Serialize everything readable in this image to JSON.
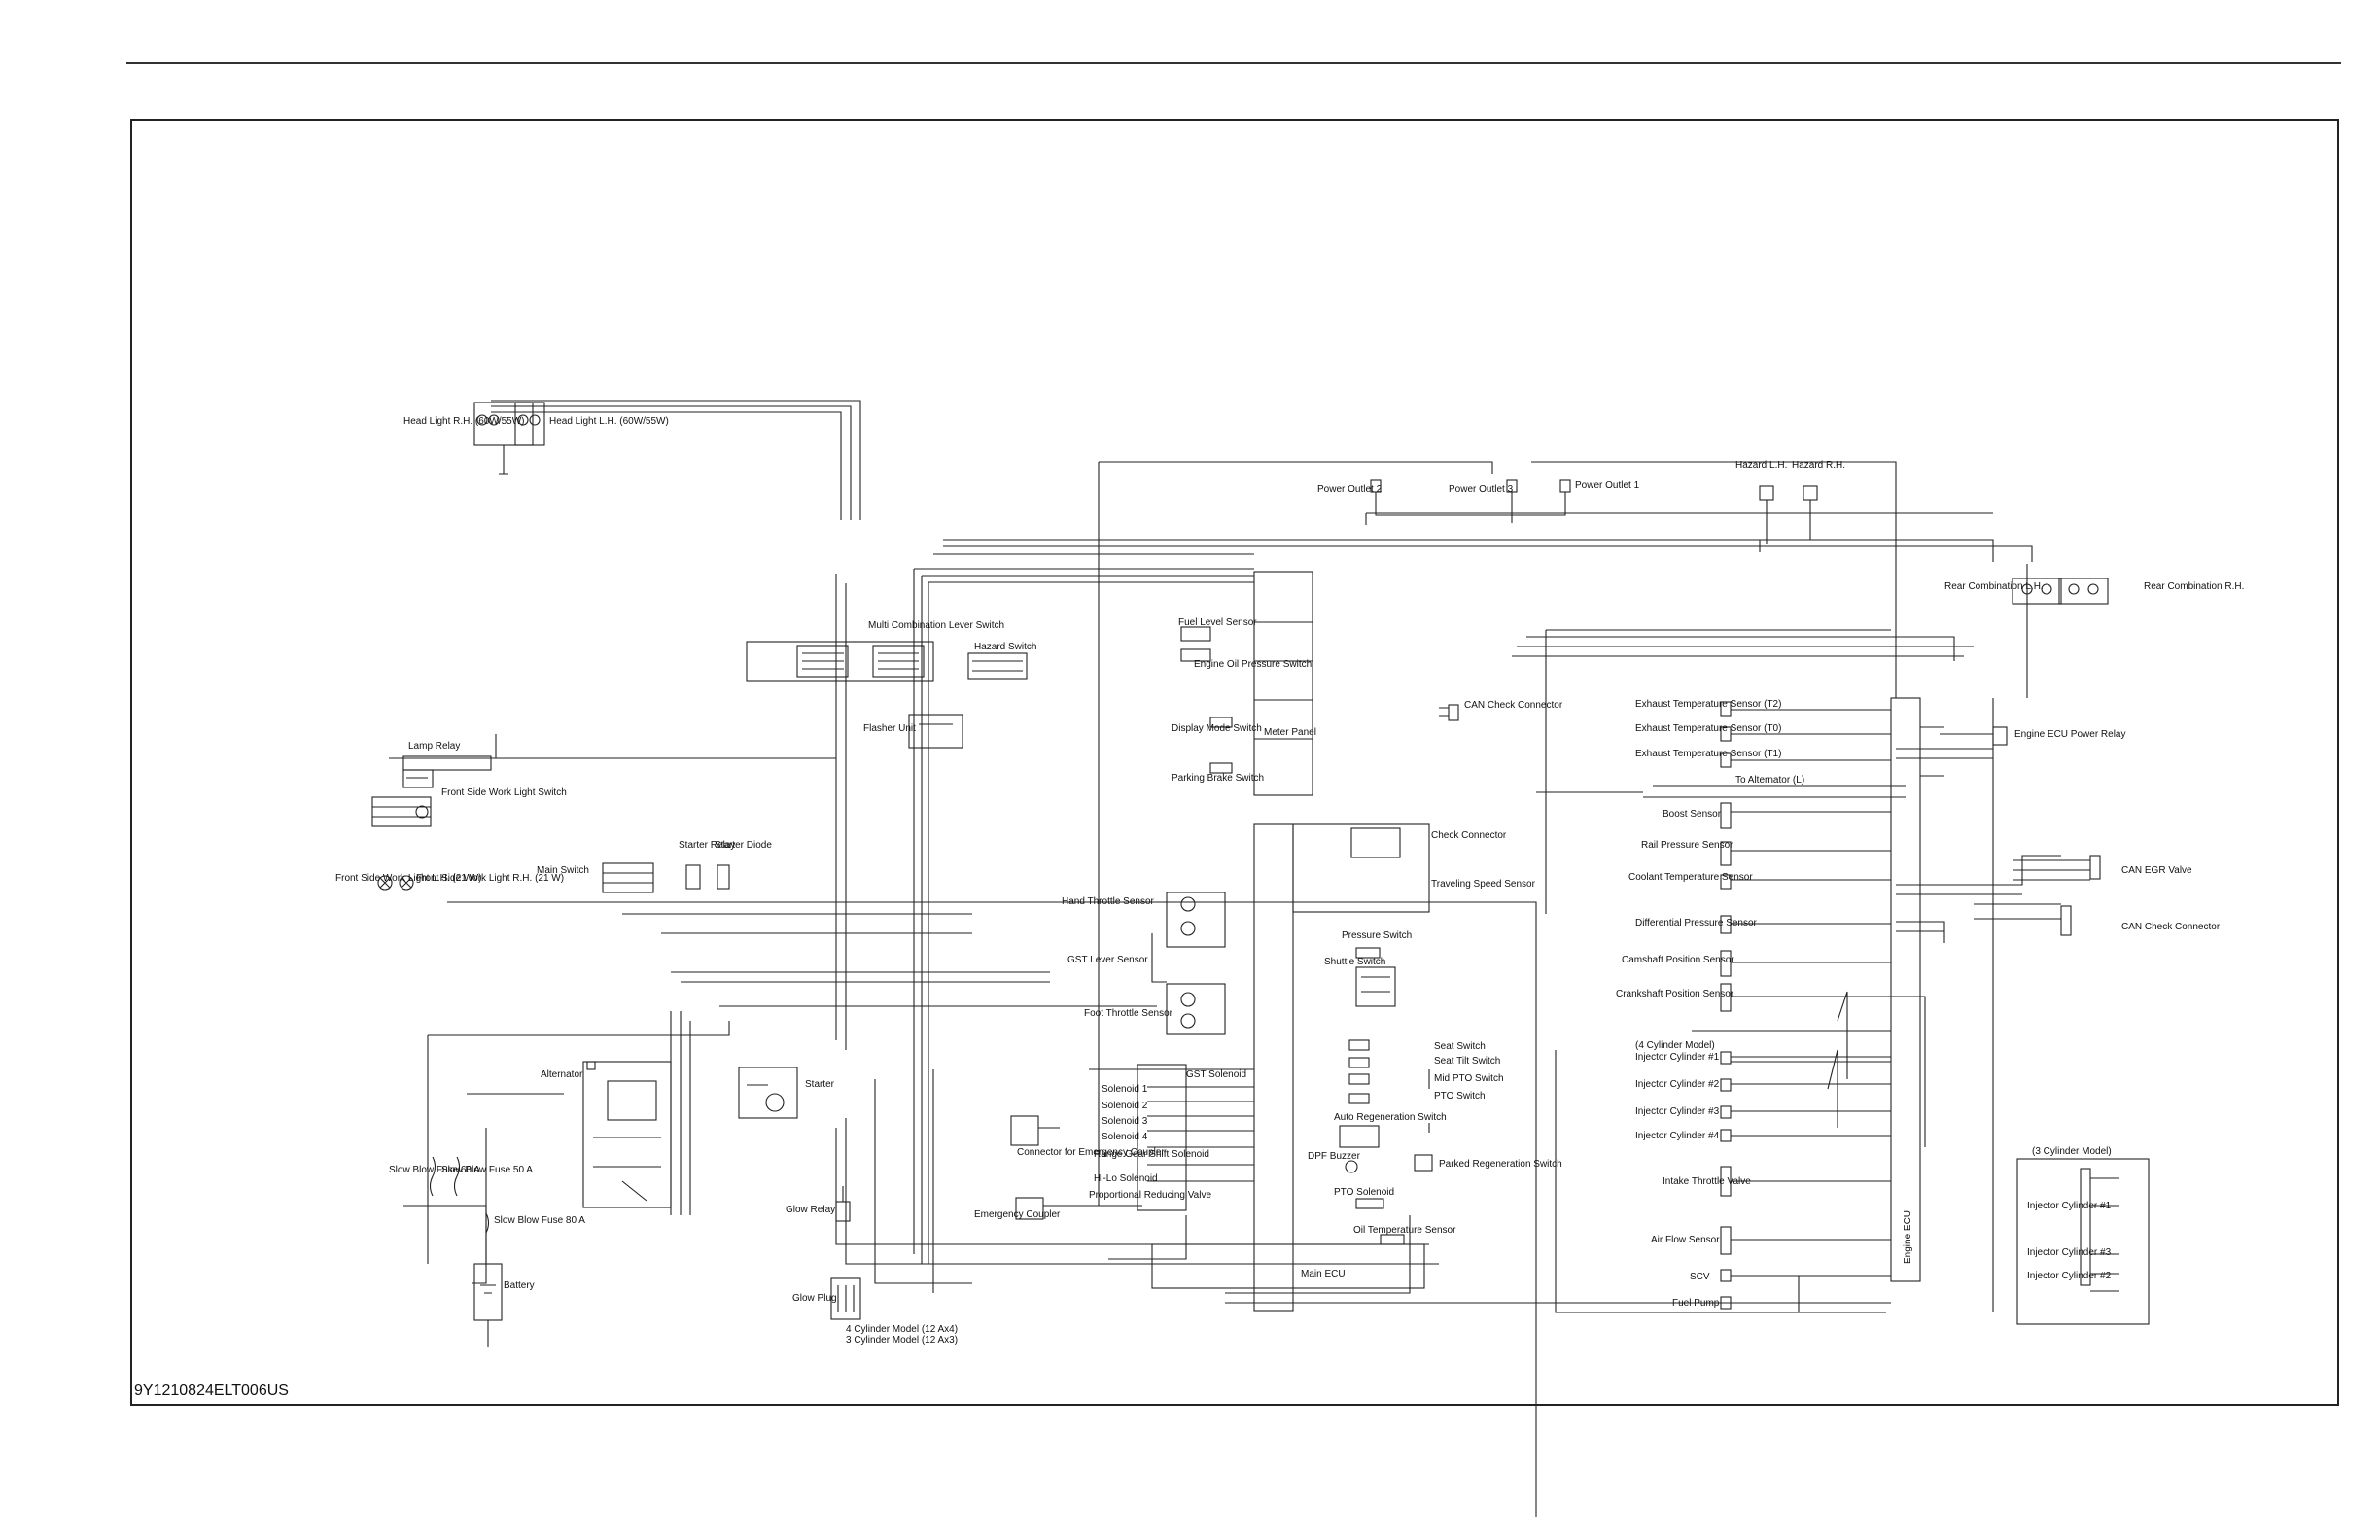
{
  "document_code": "9Y1210824ELT006US",
  "components": {
    "head_light_rh": "Head Light R.H. (60W/55W)",
    "head_light_lh": "Head Light L.H. (60W/55W)",
    "multi_combination_lever_switch": "Multi Combination Lever Switch",
    "hazard_switch": "Hazard Switch",
    "flasher_unit": "Flasher Unit",
    "lamp_relay": "Lamp Relay",
    "front_side_work_light_switch": "Front Side Work Light Switch",
    "main_switch": "Main Switch",
    "starter_relay": "Starter Relay",
    "starter_diode": "Starter Diode",
    "work_light_lh": "Front Side Work Light L.H. (21 W)",
    "work_light_rh": "Front Side Work Light R.H. (21 W)",
    "power_outlet_1": "Power Outlet 1",
    "power_outlet_2": "Power Outlet 2",
    "power_outlet_3": "Power Outlet 3",
    "fuel_level_sensor": "Fuel Level Sensor",
    "engine_oil_pressure_switch": "Engine Oil Pressure Switch",
    "display_mode_switch": "Display Mode Switch",
    "parking_brake_switch": "Parking Brake Switch",
    "meter_panel": "Meter Panel",
    "can_check_connector": "CAN Check Connector",
    "check_connector": "Check Connector",
    "traveling_speed_sensor": "Traveling Speed Sensor",
    "hand_throttle_sensor": "Hand Throttle Sensor",
    "gst_lever_sensor": "GST Lever Sensor",
    "foot_throttle_sensor": "Foot Throttle Sensor",
    "pressure_switch": "Pressure Switch",
    "shuttle_switch": "Shuttle Switch",
    "gst_solenoid": "GST Solenoid",
    "solenoid_1": "Solenoid 1",
    "solenoid_2": "Solenoid 2",
    "solenoid_3": "Solenoid 3",
    "solenoid_4": "Solenoid 4",
    "range_gear_shift_solenoid": "Range Gear Shift Solenoid",
    "hi_lo_solenoid": "Hi-Lo Solenoid",
    "proportional_reducing_valve": "Proportional Reducing Valve",
    "seat_switch": "Seat Switch",
    "seat_tilt_switch": "Seat Tilt Switch",
    "mid_pto_switch": "Mid PTO Switch",
    "pto_switch": "PTO Switch",
    "auto_regeneration_switch": "Auto Regeneration Switch",
    "dpf_buzzer": "DPF Buzzer",
    "parked_regeneration_switch": "Parked Regeneration Switch",
    "pto_solenoid": "PTO Solenoid",
    "oil_temperature_sensor": "Oil Temperature Sensor",
    "main_ecu": "Main ECU",
    "alternator": "Alternator",
    "starter": "Starter",
    "connector_for_emergency_coupler": "Connector for Emergency Coupler",
    "emergency_coupler": "Emergency Coupler",
    "glow_relay": "Glow Relay",
    "glow_plug": "Glow Plug",
    "glow_plug_note_4": "4 Cylinder Model (12 Ax4)",
    "glow_plug_note_3": "3 Cylinder Model (12 Ax3)",
    "slow_blow_fuse_60": "Slow Blow Fuse 60 A",
    "slow_blow_fuse_50": "Slow Blow Fuse 50 A",
    "slow_blow_fuse_80": "Slow Blow Fuse 80 A",
    "battery": "Battery",
    "hazard_lh": "Hazard L.H.",
    "hazard_rh": "Hazard R.H.",
    "rear_combination_lh": "Rear Combination L.H.",
    "rear_combination_rh": "Rear Combination R.H.",
    "engine_ecu_power_relay": "Engine ECU Power Relay",
    "exhaust_temp_t2": "Exhaust Temperature Sensor (T2)",
    "exhaust_temp_t0": "Exhaust Temperature Sensor (T0)",
    "exhaust_temp_t1": "Exhaust Temperature Sensor (T1)",
    "to_alternator": "To Alternator (L)",
    "boost_sensor": "Boost Sensor",
    "rail_pressure_sensor": "Rail Pressure Sensor",
    "coolant_temperature_sensor": "Coolant Temperature Sensor",
    "differential_pressure_sensor": "Differential Pressure Sensor",
    "camshaft_position_sensor": "Camshaft Position Sensor",
    "crankshaft_position_sensor": "Crankshaft Position Sensor",
    "four_cylinder_model": "(4 Cylinder Model)",
    "injector_cylinder_1": "Injector Cylinder #1",
    "injector_cylinder_2": "Injector Cylinder #2",
    "injector_cylinder_3": "Injector Cylinder #3",
    "injector_cylinder_4": "Injector Cylinder #4",
    "intake_throttle_valve": "Intake Throttle Valve",
    "air_flow_sensor": "Air Flow Sensor",
    "scv": "SCV",
    "fuel_pump": "Fuel Pump",
    "engine_ecu": "Engine ECU",
    "can_egr_valve": "CAN EGR Valve",
    "can_check_connector_right": "CAN Check Connector",
    "three_cylinder_model": "(3 Cylinder Model)",
    "inset_injector_1": "Injector Cylinder #1",
    "inset_injector_3": "Injector Cylinder #3",
    "inset_injector_2": "Injector Cylinder #2"
  },
  "colors": {
    "line": "#222222",
    "background": "#ffffff"
  }
}
